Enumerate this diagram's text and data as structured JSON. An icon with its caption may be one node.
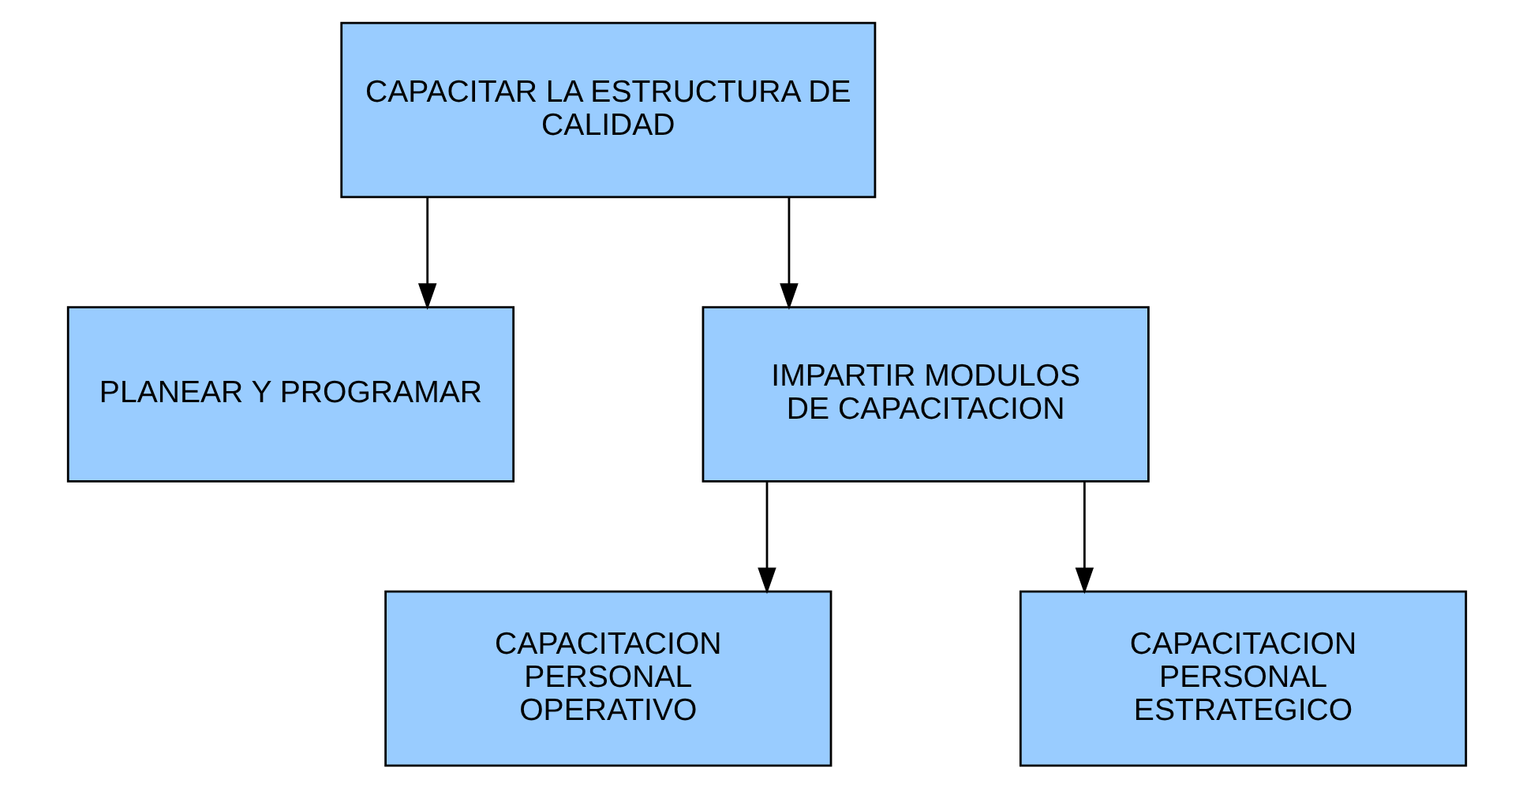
{
  "diagram": {
    "nodes": [
      {
        "text": [
          "CAPACITAR LA ESTRUCTURA DE CALIDAD"
        ]
      },
      {
        "text": [
          "PLANEAR Y PROGRAMAR"
        ]
      },
      {
        "text": [
          "IMPARTIR MODULOS DE CAPACITACION"
        ]
      },
      {
        "text": [
          "CAPACITACION PERSONAL OPERATIVO"
        ]
      },
      {
        "text": [
          "CAPACITACION PERSONAL ESTRATEGICO"
        ]
      }
    ],
    "edges": [
      {
        "from": 0,
        "to": 1,
        "arrow": "to"
      },
      {
        "from": 0,
        "to": 2,
        "arrow": "to"
      },
      {
        "from": 2,
        "to": 3,
        "arrow": "to"
      },
      {
        "from": 2,
        "to": 4,
        "arrow": "to"
      }
    ]
  }
}
